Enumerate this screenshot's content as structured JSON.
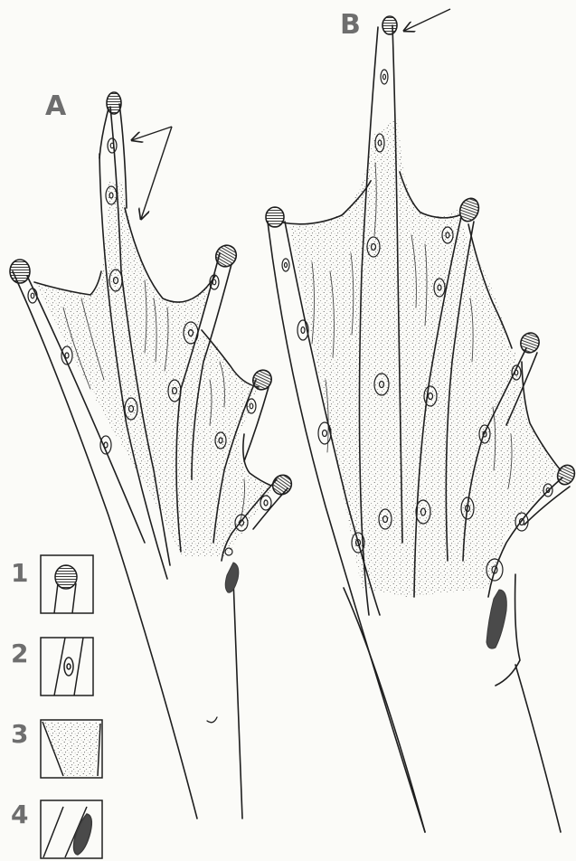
{
  "figure": {
    "panels": [
      {
        "id": "A",
        "label": "A"
      },
      {
        "id": "B",
        "label": "B"
      }
    ],
    "legend": [
      {
        "number": "1",
        "depicts": "toe-tip-disc"
      },
      {
        "number": "2",
        "depicts": "toe-tubercle"
      },
      {
        "number": "3",
        "depicts": "stippled-webbing"
      },
      {
        "number": "4",
        "depicts": "dark-tarsal-tubercle"
      }
    ],
    "colors": {
      "ink": "#1e1e1e",
      "label_gray": "#6e6e6e",
      "tubercle_dark": "#4a4a4a",
      "paper": "#fbfbf8"
    }
  }
}
